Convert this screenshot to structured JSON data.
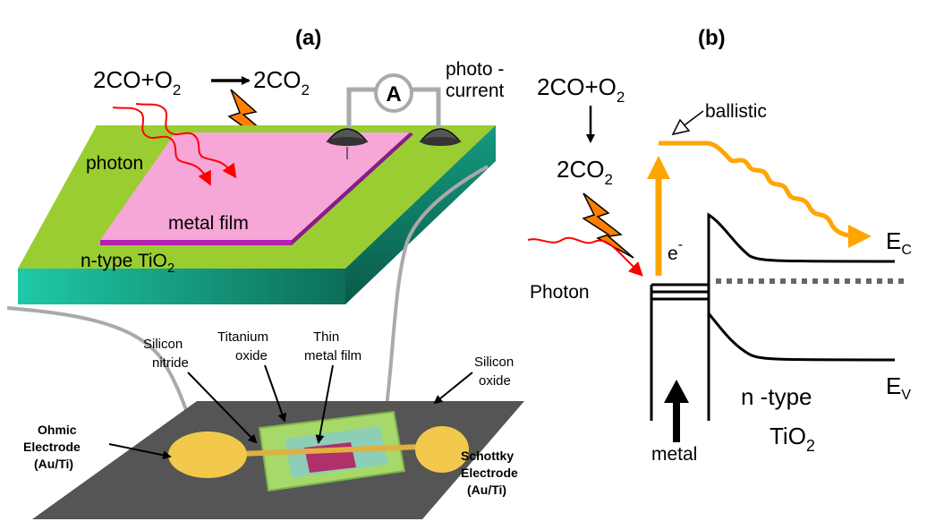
{
  "panel_a": {
    "label": "(a)",
    "reaction": {
      "left": "2CO+O",
      "left_sub": "2",
      "right": "2CO",
      "right_sub": "2"
    },
    "ammeter_symbol": "A",
    "photocurrent_line1": "photo -",
    "photocurrent_line2": "current",
    "photon_label": "photon",
    "metal_film_label": "metal film",
    "tio2_label": "n-type TiO",
    "tio2_sub": "2",
    "device": {
      "silicon_nitride": [
        "Silicon",
        "nitride"
      ],
      "titanium_oxide": [
        "Titanium",
        "oxide"
      ],
      "thin_metal_film": [
        "Thin",
        "metal film"
      ],
      "silicon_oxide": [
        "Silicon",
        "oxide"
      ],
      "ohmic_electrode": [
        "Ohmic",
        "Electrode",
        "(Au/Ti)"
      ],
      "schottky_electrode": [
        "Schottky",
        "Electrode",
        "(Au/Ti)"
      ]
    }
  },
  "panel_b": {
    "label": "(b)",
    "reactant": "2CO+O",
    "reactant_sub": "2",
    "product": "2CO",
    "product_sub": "2",
    "ballistic_label": "ballistic",
    "electron_label": "e",
    "electron_sup": "-",
    "photon_label": "Photon",
    "ec_label": "E",
    "ec_sub": "C",
    "ev_label": "E",
    "ev_sub": "V",
    "ntype_line1": "n -type",
    "ntype_line2": "TiO",
    "ntype_sub": "2",
    "metal_label": "metal"
  },
  "colors": {
    "green_top": "#9acd32",
    "teal_side": "#1fb59a",
    "pink_film": "#f7a6d8",
    "magenta_edge": "#c21fc2",
    "orange": "#ffa500",
    "red": "#ff0000",
    "lightning": "#ff7f00",
    "substrate": "#555555",
    "gold": "#f2c94c"
  }
}
